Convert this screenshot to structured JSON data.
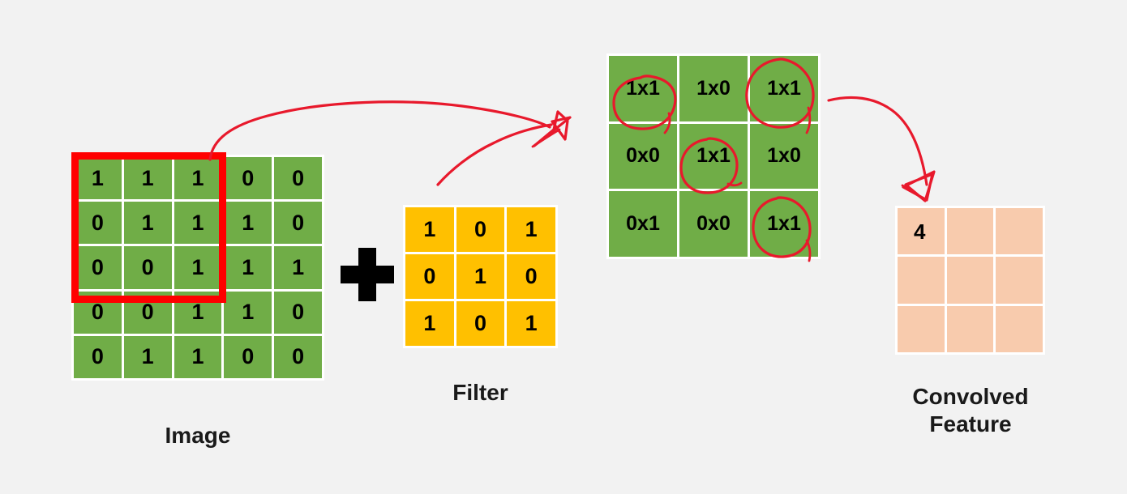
{
  "diagram": {
    "title": "Convolution operation on an image with a filter",
    "background_color": "#f2f2f2"
  },
  "image_matrix": {
    "label": "Image",
    "rows": 5,
    "cols": 5,
    "cell_color": "#70ad47",
    "values": [
      [
        "1",
        "1",
        "1",
        "0",
        "0"
      ],
      [
        "0",
        "1",
        "1",
        "1",
        "0"
      ],
      [
        "0",
        "0",
        "1",
        "1",
        "1"
      ],
      [
        "0",
        "0",
        "1",
        "1",
        "0"
      ],
      [
        "0",
        "1",
        "1",
        "0",
        "0"
      ]
    ],
    "selection": {
      "color": "#ff0000",
      "start_row": 0,
      "start_col": 0,
      "rows": 3,
      "cols": 3
    }
  },
  "operator": {
    "symbol_name": "plus-sign",
    "color": "#000000"
  },
  "filter_matrix": {
    "label": "Filter",
    "rows": 3,
    "cols": 3,
    "cell_color": "#ffc000",
    "values": [
      [
        "1",
        "0",
        "1"
      ],
      [
        "0",
        "1",
        "0"
      ],
      [
        "1",
        "0",
        "1"
      ]
    ]
  },
  "product_matrix": {
    "rows": 3,
    "cols": 3,
    "cell_color": "#70ad47",
    "values": [
      [
        "1x1",
        "1x0",
        "1x1"
      ],
      [
        "0x0",
        "1x1",
        "1x0"
      ],
      [
        "0x1",
        "0x0",
        "1x1"
      ]
    ],
    "circled_cells": [
      {
        "row": 0,
        "col": 0,
        "value": "1x1"
      },
      {
        "row": 0,
        "col": 2,
        "value": "1x1"
      },
      {
        "row": 1,
        "col": 1,
        "value": "1x1"
      },
      {
        "row": 2,
        "col": 2,
        "value": "1x1"
      }
    ],
    "annotation_color": "#e8192c"
  },
  "convolved_matrix": {
    "label": "Convolved\nFeature",
    "rows": 3,
    "cols": 3,
    "cell_color": "#f8cbad",
    "values": [
      [
        "4",
        "",
        ""
      ],
      [
        "",
        "",
        ""
      ],
      [
        "",
        "",
        ""
      ]
    ]
  },
  "arrows": [
    {
      "name": "image-to-product-arrow-upper",
      "from": "image-matrix-selection",
      "to": "product-matrix",
      "color": "#e8192c"
    },
    {
      "name": "filter-to-product-arrow",
      "from": "filter-matrix",
      "to": "product-matrix",
      "color": "#e8192c"
    },
    {
      "name": "product-to-convolved-arrow",
      "from": "product-matrix",
      "to": "convolved-matrix",
      "color": "#e8192c"
    }
  ]
}
